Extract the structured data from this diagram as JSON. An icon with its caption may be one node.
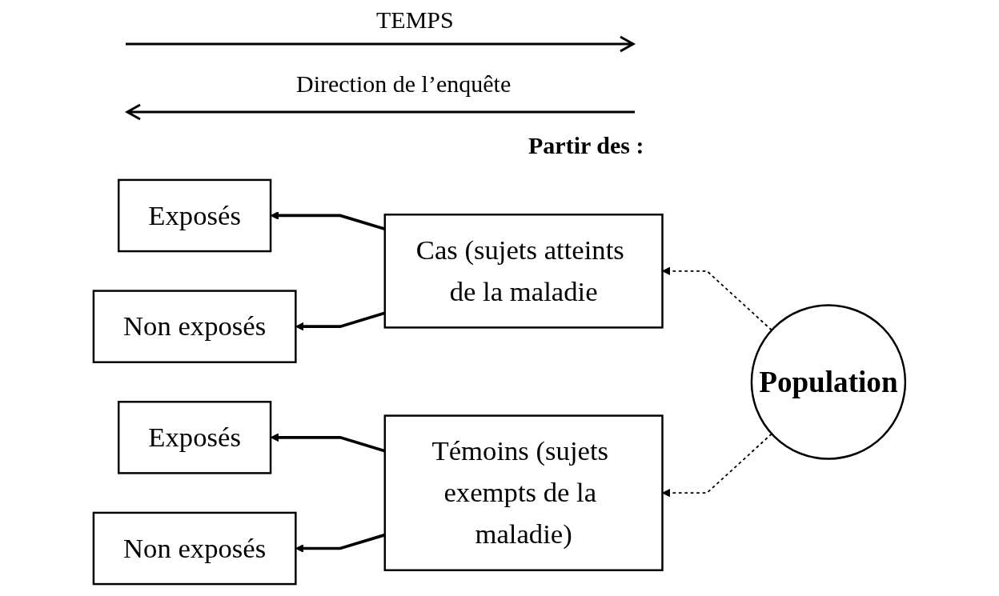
{
  "diagram": {
    "nodes": [
      {
        "text": [
          "Exposés"
        ]
      },
      {
        "text": [
          "Non exposés"
        ]
      },
      {
        "text": [
          "Cas (sujets atteints de la maladie"
        ]
      },
      {
        "text": [
          "Population"
        ]
      },
      {
        "text": [
          "Exposés"
        ]
      },
      {
        "text": [
          "Non exposés"
        ]
      },
      {
        "text": [
          "Témoins (sujets exempts de la maladie)"
        ]
      }
    ],
    "edges": [
      {
        "from": 2,
        "to": 0,
        "arrow": "to"
      },
      {
        "from": 2,
        "to": 1,
        "arrow": "to"
      },
      {
        "from": 3,
        "to": 2,
        "arrow": "to",
        "style": "dashed"
      },
      {
        "from": 3,
        "to": 6,
        "arrow": "to",
        "style": "dashed"
      },
      {
        "from": 6,
        "to": 4,
        "arrow": "to"
      },
      {
        "from": 6,
        "to": 5,
        "arrow": "to"
      }
    ],
    "labels": [
      "TEMPS",
      "Direction de l’enquête",
      "Partir des :"
    ]
  }
}
